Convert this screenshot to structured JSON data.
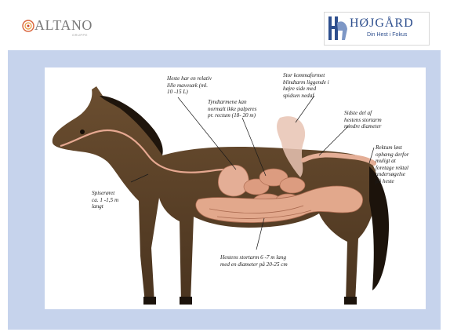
{
  "header": {
    "left_logo": {
      "text": "ALTANO",
      "subtext": "GRUPPE"
    },
    "right_logo": {
      "name": "HØJGÅRD",
      "tagline": "Din Hest i Fokus"
    }
  },
  "diagram": {
    "labels": {
      "stomach": "Heste har en relativ\nlille mavesæk (ml.\n10 -15 L)",
      "small_intestine": "Tyndtarmene kan\nnormalt ikke palperes\npr. rectum (18- 20 m)",
      "cecum": "Stor kommaformet\nblindtarm liggende i\nhøjre side med\nspidsen nedaf",
      "small_colon": "Sidste del af\nhestens stortarm\nmindre diameter",
      "rectum": "Rektum løst\nophæng derfor\nmuligt at\nforetage rektal\nundersøgelse\npå heste",
      "esophagus": "Spiserøret\nca. 1 -1,5 m\nlangt",
      "large_colon": "Hestens stortarm 6 -7 m lang\nmed en diameter på 20-25 cm"
    }
  },
  "colors": {
    "band": "#c6d3ec",
    "horse": "#5a4128",
    "organs": "#e2a88c",
    "brand_blue": "#2e4f8e"
  }
}
